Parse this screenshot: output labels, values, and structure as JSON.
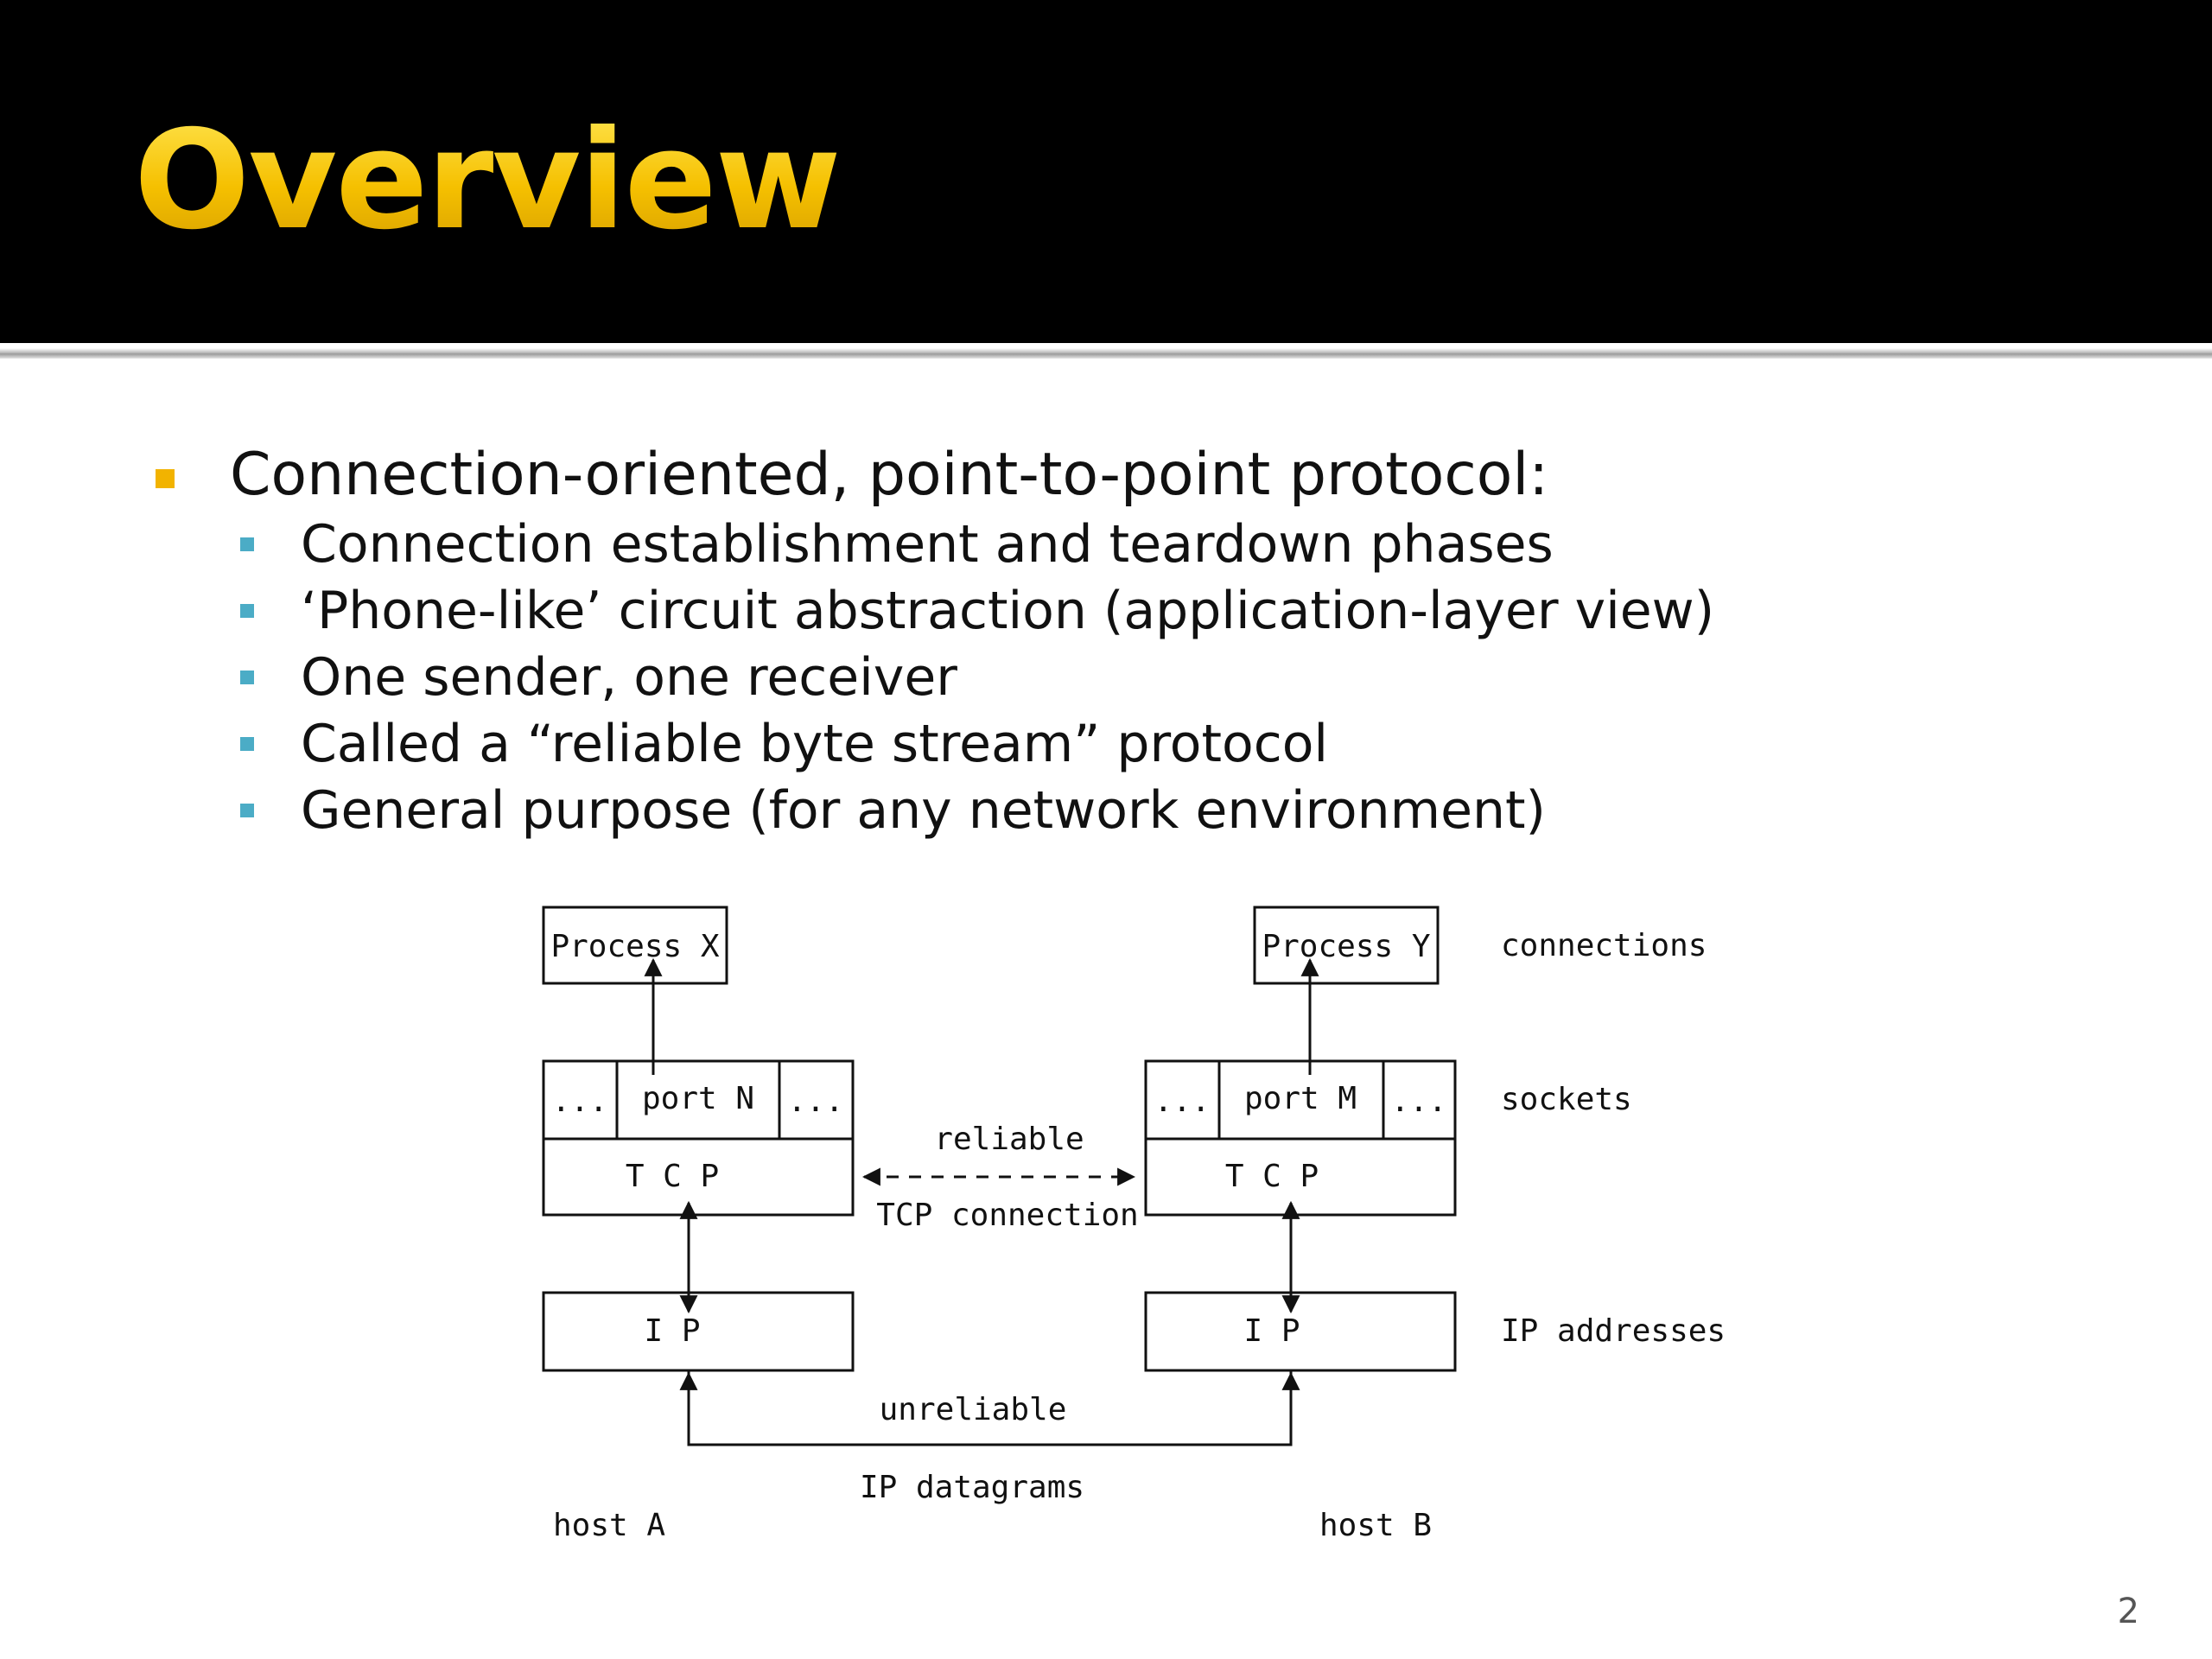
{
  "slide": {
    "title": "Overview",
    "page_number": "2"
  },
  "bullets": [
    {
      "level": 1,
      "text": "Connection-oriented, point-to-point protocol:"
    },
    {
      "level": 2,
      "text": "Connection establishment and teardown phases"
    },
    {
      "level": 2,
      "text": "‘Phone-like’ circuit abstraction (application-layer view)"
    },
    {
      "level": 2,
      "text": "One sender, one receiver"
    },
    {
      "level": 2,
      "text": "Called a “reliable byte stream” protocol"
    },
    {
      "level": 2,
      "text": "General purpose (for any network environment)"
    }
  ],
  "diagram": {
    "host_a": {
      "process": "Process X",
      "socket_left": "...",
      "port": "port N",
      "socket_right": "...",
      "tcp": "T C P",
      "ip": "I P",
      "host_label": "host A"
    },
    "host_b": {
      "process": "Process Y",
      "socket_left": "...",
      "port": "port M",
      "socket_right": "...",
      "tcp": "T C P",
      "ip": "I P",
      "host_label": "host B"
    },
    "tcp_link": {
      "top": "reliable",
      "bottom": "TCP connection"
    },
    "ip_link": {
      "top": "unreliable",
      "bottom": "IP datagrams"
    },
    "layer_labels": {
      "connections": "connections",
      "sockets": "sockets",
      "ip_addresses": "IP addresses"
    }
  }
}
